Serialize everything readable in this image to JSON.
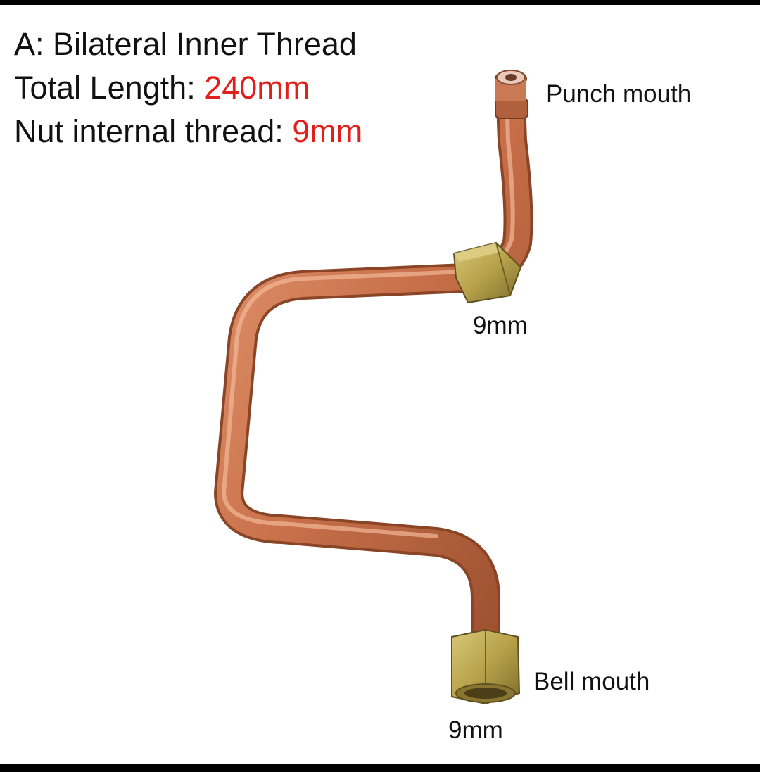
{
  "specs": {
    "title": "A: Bilateral Inner Thread",
    "length_label": "Total Length: ",
    "length_value": "240mm",
    "thread_label": "Nut internal thread: ",
    "thread_value": "9mm"
  },
  "callouts": {
    "punch_mouth": "Punch mouth",
    "top_nut_size": "9mm",
    "bell_mouth": "Bell mouth",
    "bottom_nut_size": "9mm"
  },
  "colors": {
    "accent": "#e0201c",
    "copper": "#c8704a",
    "brass": "#b8a24a"
  }
}
